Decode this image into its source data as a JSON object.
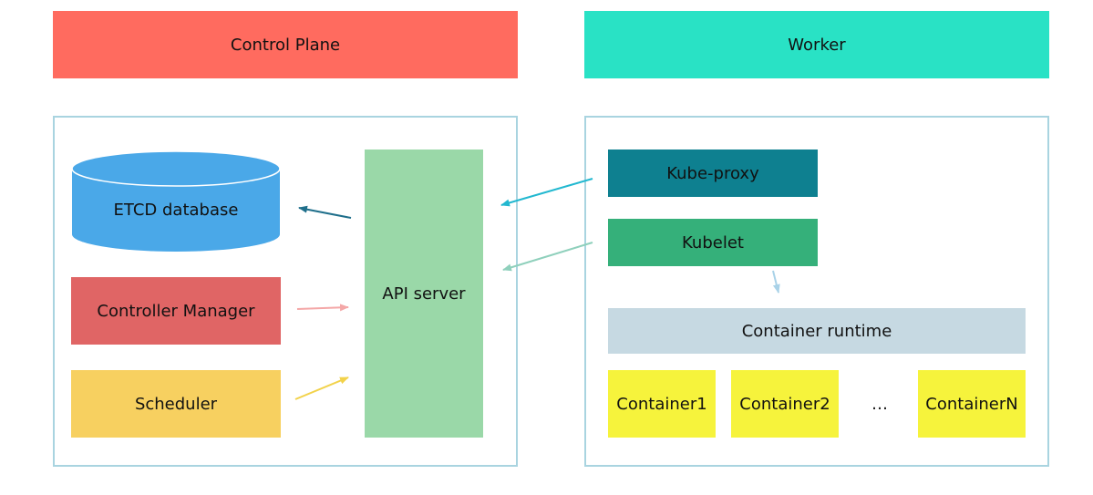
{
  "headers": {
    "control_plane": "Control Plane",
    "worker": "Worker"
  },
  "control_plane": {
    "etcd": "ETCD database",
    "controller_manager": "Controller Manager",
    "scheduler": "Scheduler",
    "api_server": "API server"
  },
  "worker": {
    "kube_proxy": "Kube-proxy",
    "kubelet": "Kubelet",
    "container_runtime": "Container runtime",
    "containers": [
      "Container1",
      "Container2",
      "…",
      "ContainerN"
    ]
  },
  "colors": {
    "control_plane_header": "#ff6b5f",
    "worker_header": "#29e2c5",
    "frame_border": "#a9d4e0",
    "etcd": "#4aa8e8",
    "controller_manager": "#e06565",
    "scheduler": "#f7d060",
    "api_server": "#9ad8a8",
    "kube_proxy": "#0e8090",
    "kubelet": "#35b07a",
    "container_runtime": "#c6d9e2",
    "container": "#f6f33c"
  }
}
